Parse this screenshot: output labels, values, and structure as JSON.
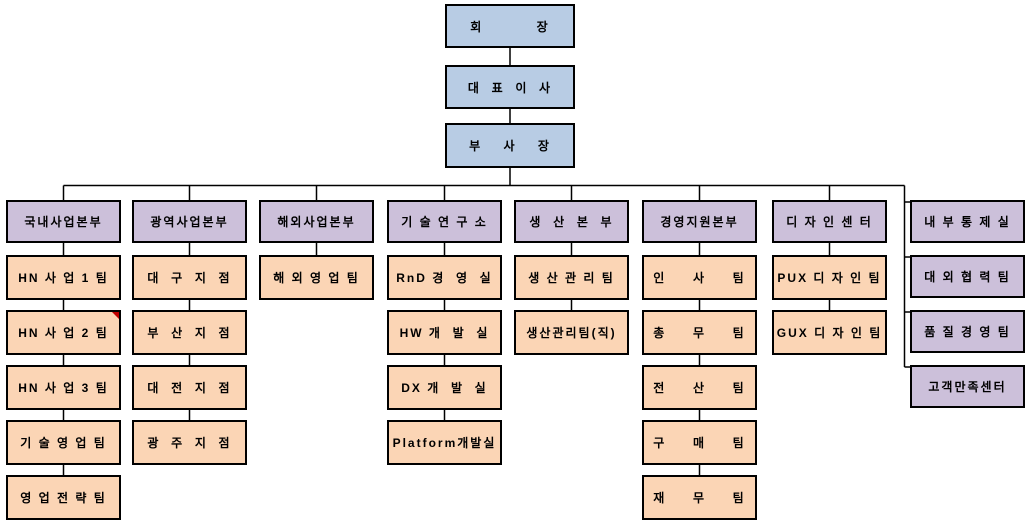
{
  "colors": {
    "executive_fill": "#B8CCE4",
    "division_fill": "#CCC0DA",
    "team_fill": "#FBD5B5",
    "line": "#000000",
    "comment_marker": "#C00000"
  },
  "executives": [
    {
      "label": "회          장"
    },
    {
      "label": "대  표  이  사"
    },
    {
      "label": "부    사    장"
    }
  ],
  "divisions": [
    {
      "label": "국내사업본부",
      "teams": [
        {
          "label": "HN 사 업 1 팀"
        },
        {
          "label": "HN 사 업 2 팀",
          "has_comment_marker": true
        },
        {
          "label": "HN 사 업 3 팀"
        },
        {
          "label": "기 술 영 업 팀"
        },
        {
          "label": "영 업 전 략 팀"
        }
      ]
    },
    {
      "label": "광역사업본부",
      "teams": [
        {
          "label": "대  구  지  점"
        },
        {
          "label": "부  산  지  점"
        },
        {
          "label": "대  전  지  점"
        },
        {
          "label": "광  주  지  점"
        }
      ]
    },
    {
      "label": "해외사업본부",
      "teams": [
        {
          "label": "해 외 영 업 팀"
        }
      ]
    },
    {
      "label": "기 술 연 구 소",
      "teams": [
        {
          "label": "RnD 경  영  실"
        },
        {
          "label": "HW 개  발  실"
        },
        {
          "label": "DX 개  발  실"
        },
        {
          "label": "Platform개발실"
        }
      ]
    },
    {
      "label": "생  산  본  부",
      "teams": [
        {
          "label": "생 산 관 리 팀"
        },
        {
          "label": "생산관리팀(직)"
        }
      ]
    },
    {
      "label": "경영지원본부",
      "teams": [
        {
          "label": "인     사     팀"
        },
        {
          "label": "총     무     팀"
        },
        {
          "label": "전     산     팀"
        },
        {
          "label": "구     매     팀"
        },
        {
          "label": "재     무     팀"
        }
      ]
    },
    {
      "label": "디 자 인 센 터",
      "teams": [
        {
          "label": "PUX 디 자 인 팀"
        },
        {
          "label": "GUX 디 자 인 팀"
        }
      ]
    },
    {
      "label": "내 부 통 제 실",
      "teams": [
        {
          "label": "대 외 협 력 팀"
        },
        {
          "label": "품 질 경 영 팀"
        },
        {
          "label": "고객만족센터"
        }
      ]
    }
  ]
}
